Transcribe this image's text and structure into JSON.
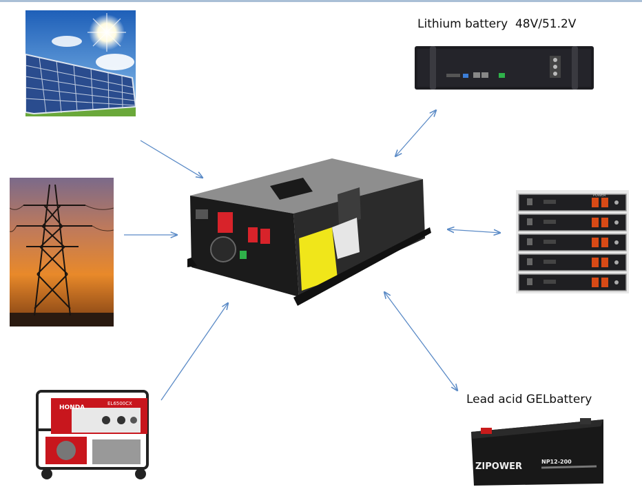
{
  "labels": {
    "lithium": "Lithium battery  48V/51.2V",
    "lead_acid": "Lead acid GELbattery"
  },
  "product_text": {
    "generator_brand": "HONDA",
    "generator_model": "EL6500CX",
    "battery_brand": "ZIPOWER",
    "battery_model": "NP12-200",
    "rack_brand": "POWER"
  },
  "colors": {
    "arrow": "#5a8ac6",
    "inverter_body": "#1b1b1b",
    "inverter_lid": "#8e8e8e",
    "warning_label": "#f0e61a",
    "breaker_red": "#d8232a"
  }
}
